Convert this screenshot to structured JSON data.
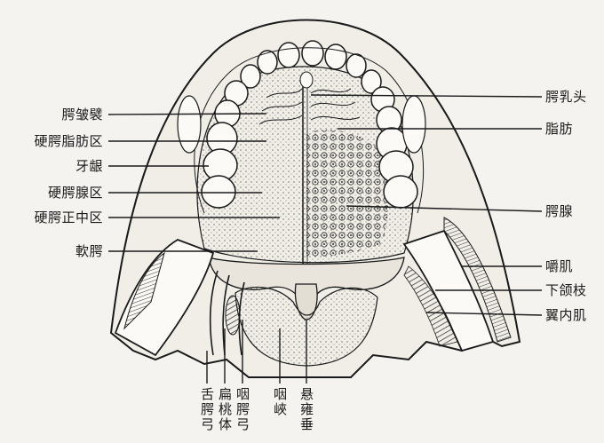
{
  "colors": {
    "ink": "#1a1a1a",
    "paper": "#f4f3ef",
    "bone": "#fbfaf7",
    "muscle": "#5a5a5a"
  },
  "labels_left": [
    "腭皱襞",
    "硬腭脂肪区",
    "牙龈",
    "硬腭腺区",
    "硬腭正中区",
    "軟腭"
  ],
  "labels_right": [
    "腭乳头",
    "脂肪",
    "腭腺",
    "嚼肌",
    "下颌枝",
    "翼内肌"
  ],
  "labels_bottom": [
    "舌腭弓",
    "扁桃体",
    "咽腭弓",
    "咽峽",
    "悬雍垂"
  ]
}
